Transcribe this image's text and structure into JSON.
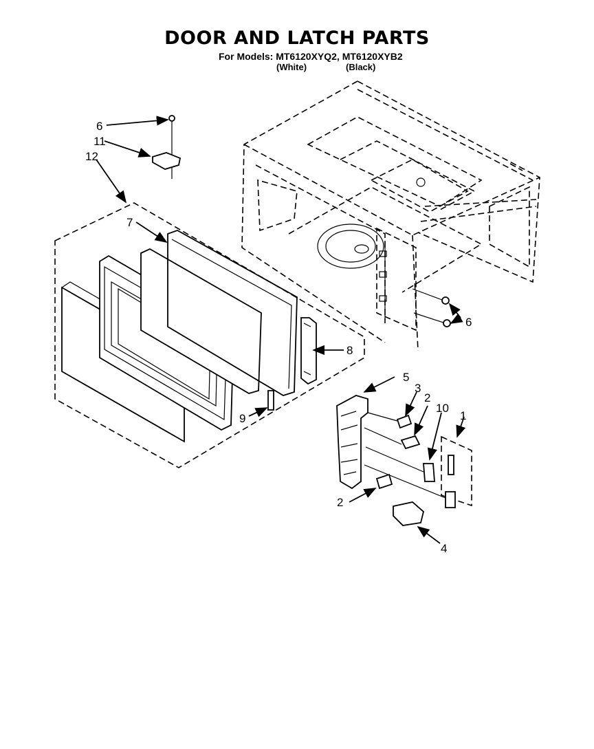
{
  "header": {
    "title": "DOOR AND LATCH PARTS",
    "models_line": "For Models: MT6120XYQ2, MT6120XYB2",
    "variant_white": "(White)",
    "variant_black": "(Black)"
  },
  "callouts": {
    "c1": "1",
    "c2a": "2",
    "c2b": "2",
    "c3": "3",
    "c4": "4",
    "c5": "5",
    "c6a": "6",
    "c6b": "6",
    "c7": "7",
    "c8": "8",
    "c9": "9",
    "c10": "10",
    "c11": "11",
    "c12": "12"
  }
}
